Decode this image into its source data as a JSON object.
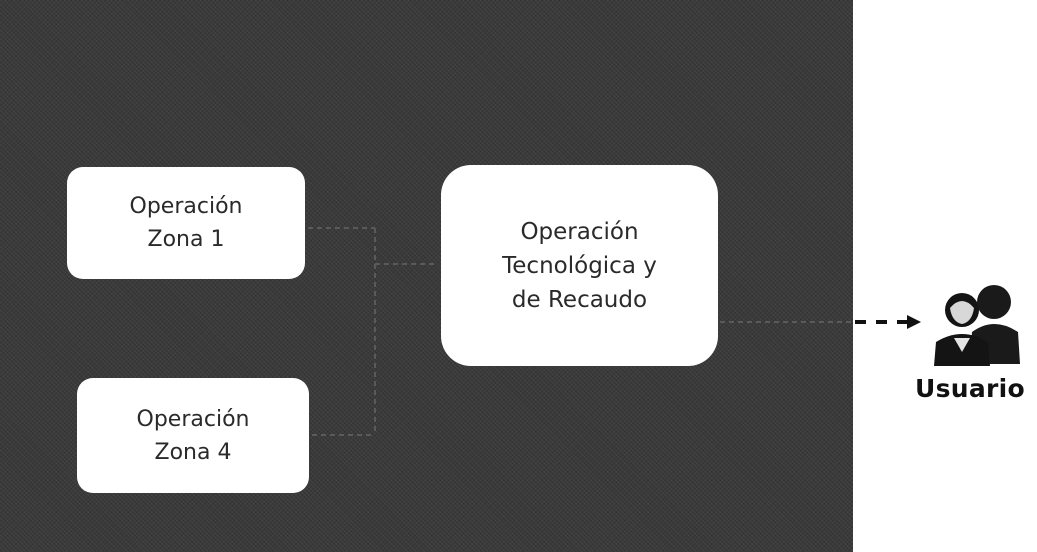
{
  "diagram": {
    "nodes": {
      "zona1": {
        "line1": "Operación",
        "line2": "Zona 1"
      },
      "zona4": {
        "line1": "Operación",
        "line2": "Zona 4"
      },
      "central": {
        "line1": "Operación",
        "line2": "Tecnológica y",
        "line3": "de Recaudo"
      }
    },
    "user": {
      "label": "Usuario",
      "icon": "users-icon"
    }
  },
  "colors": {
    "panel": "#3a3a3a",
    "box": "#ffffff",
    "arrow": "#111111"
  }
}
